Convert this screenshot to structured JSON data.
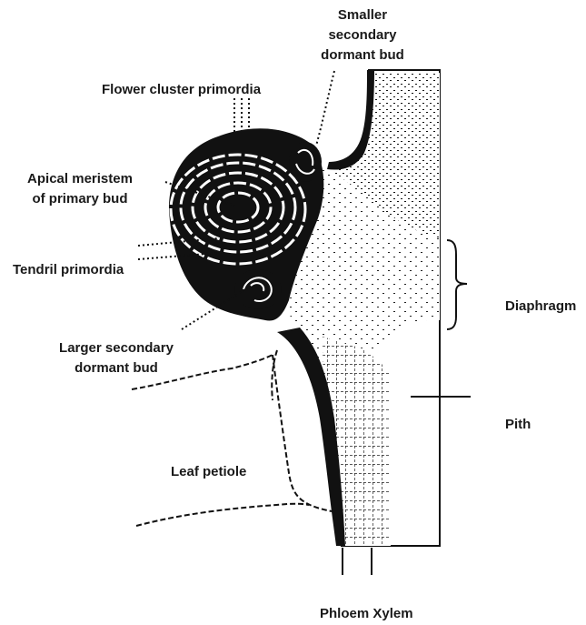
{
  "labels": {
    "smaller_secondary_bud": [
      "Smaller",
      "secondary",
      "dormant bud"
    ],
    "flower_cluster": "Flower cluster primordia",
    "apical_meristem": [
      "Apical meristem",
      "of primary bud"
    ],
    "tendril": "Tendril primordia",
    "larger_secondary_bud": [
      "Larger secondary",
      "dormant bud"
    ],
    "leaf_petiole": "Leaf petiole",
    "diaphragm": "Diaphragm",
    "pith": "Pith",
    "phloem_xylem": "Phloem Xylem"
  }
}
